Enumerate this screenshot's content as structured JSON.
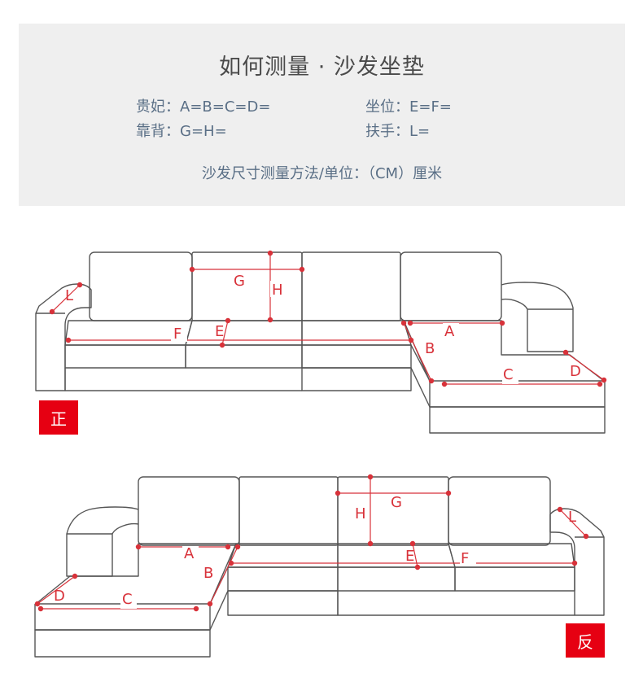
{
  "header": {
    "title": "如何测量 · 沙发坐垫",
    "specs": {
      "chaise": "贵妃：A=B=C=D=",
      "seat": "坐位：E=F=",
      "back": "靠背：G=H=",
      "arm": "扶手：L="
    },
    "unit": "沙发尺寸测量方法/单位：（CM）厘米"
  },
  "front": {
    "badge": "正",
    "labels": {
      "G": "G",
      "H": "H",
      "L": "L",
      "F": "F",
      "E": "E",
      "A": "A",
      "B": "B",
      "C": "C",
      "D": "D"
    }
  },
  "back": {
    "badge": "反",
    "labels": {
      "G": "G",
      "H": "H",
      "L": "L",
      "F": "F",
      "E": "E",
      "A": "A",
      "B": "B",
      "C": "C",
      "D": "D"
    }
  },
  "colors": {
    "measure": "#d8323a",
    "outline": "#555555",
    "badge": "#e60012",
    "panel": "#efefef"
  }
}
